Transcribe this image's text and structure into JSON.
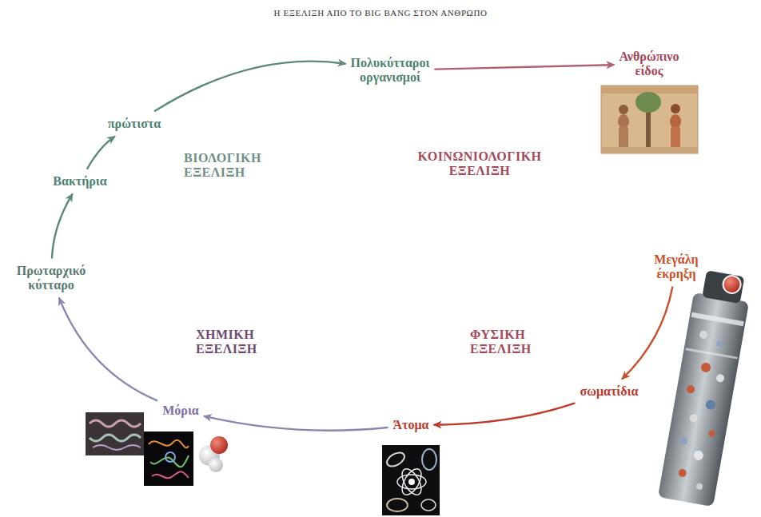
{
  "diagram": {
    "title": "Η ΕΞΕΛΙΞΗ ΑΠΟ ΤΟ BIG BANG ΣΤΟΝ ΑΝΘΡΩΠΟ",
    "nodes": [
      {
        "text": [
          "Μεγάλη έκρηξη"
        ]
      },
      {
        "text": [
          "σωματίδια"
        ]
      },
      {
        "text": [
          "Άτομα"
        ]
      },
      {
        "text": [
          "Μόρια"
        ]
      },
      {
        "text": [
          "Πρωταρχικό κύτταρο"
        ]
      },
      {
        "text": [
          "Βακτήρια"
        ]
      },
      {
        "text": [
          "πρώτιστα"
        ]
      },
      {
        "text": [
          "Πολυκύτταροι οργανισμοί"
        ]
      },
      {
        "text": [
          "Ανθρώπινο είδος"
        ]
      }
    ],
    "edges": [
      {
        "from": 0,
        "to": 1,
        "arrow": "to"
      },
      {
        "from": 1,
        "to": 2,
        "arrow": "to"
      },
      {
        "from": 2,
        "to": 3,
        "arrow": "to"
      },
      {
        "from": 3,
        "to": 4,
        "arrow": "to"
      },
      {
        "from": 4,
        "to": 5,
        "arrow": "to"
      },
      {
        "from": 5,
        "to": 6,
        "arrow": "to"
      },
      {
        "from": 6,
        "to": 7,
        "arrow": "to"
      },
      {
        "from": 7,
        "to": 8,
        "arrow": "to"
      }
    ],
    "labels": [
      "ΒΙΟΛΟΓΙΚΗ ΕΞΕΛΙΞΗ",
      "ΚΟΙΝΩΝΙΟΛΟΓΙΚΗ ΕΞΕΛΙΞΗ",
      "ΧΗΜΙΚΗ ΕΞΕΛΙΞΗ",
      "ΦΥΣΙΚΗ ΕΞΕΛΙΞΗ"
    ]
  }
}
